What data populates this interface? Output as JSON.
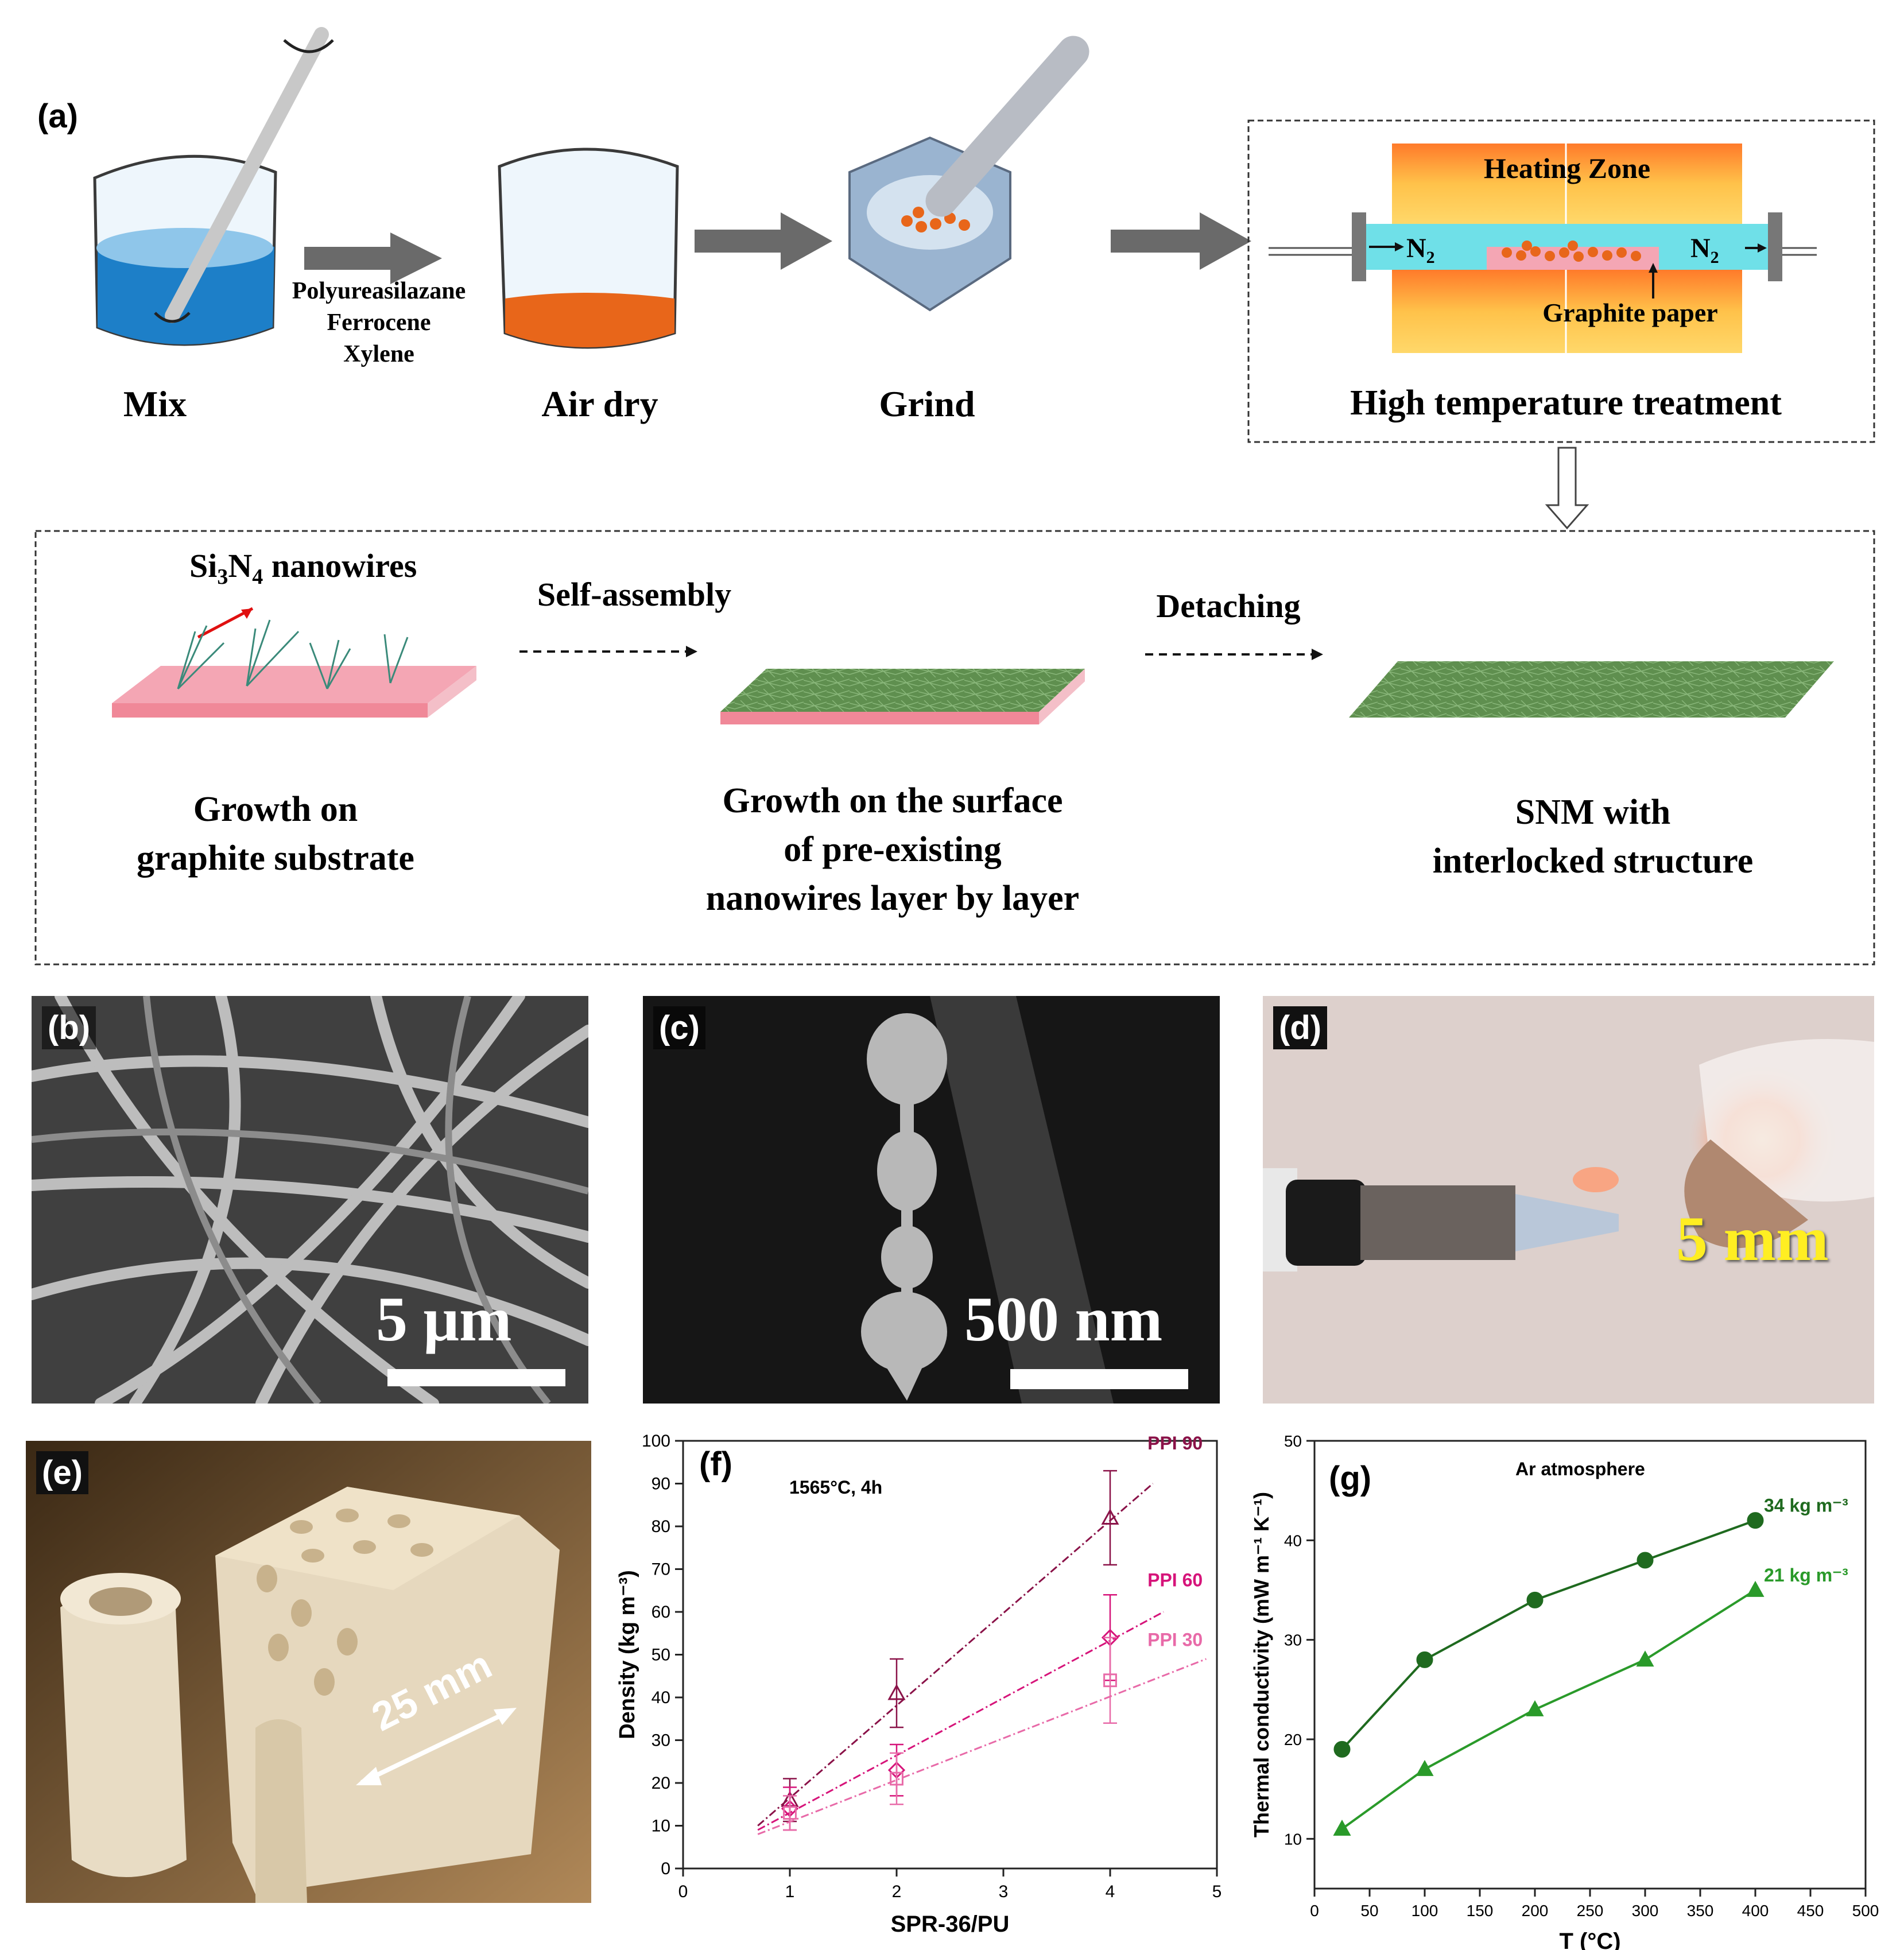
{
  "panel_a": {
    "label": "(a)",
    "reagents": [
      "Polyureasilazane",
      "Ferrocene",
      "Xylene"
    ],
    "steps": [
      "Mix",
      "Air dry",
      "Grind",
      "High temperature treatment"
    ],
    "heating_zone": "Heating Zone",
    "gas_left": "N",
    "gas_right": "N",
    "gas_sub": "2",
    "graphite_paper": "Graphite paper",
    "nanowire_label_pre": "Si",
    "nanowire_sub1": "3",
    "nanowire_label_mid": "N",
    "nanowire_sub2": "4",
    "nanowire_label_post": " nanowires",
    "self_assembly": "Self-assembly",
    "detaching": "Detaching",
    "stage1": [
      "Growth on",
      "graphite substrate"
    ],
    "stage2": [
      "Growth on the surface",
      "of pre-existing",
      "nanowires layer by layer"
    ],
    "stage3": [
      "SNM with",
      "interlocked structure"
    ]
  },
  "panel_b": {
    "label": "(b)",
    "scale": "5 μm"
  },
  "panel_c": {
    "label": "(c)",
    "scale": "500 nm"
  },
  "panel_d": {
    "label": "(d)",
    "scale": "5 mm"
  },
  "panel_e": {
    "label": "(e)",
    "scale": "25 mm"
  },
  "colors": {
    "pink": "#d6147a",
    "darkred": "#8a1248",
    "lightpink": "#e86aa8",
    "green_dark": "#1f6a1f",
    "green": "#2a9a2a",
    "orange": "#e8661a"
  },
  "chart_data": [
    {
      "panel": "(f)",
      "type": "scatter",
      "annotation": "1565°C, 4h",
      "xlabel": "SPR-36/PU",
      "ylabel": "Density (kg m⁻³)",
      "xlim": [
        0,
        5
      ],
      "ylim": [
        0,
        100
      ],
      "xticks": [
        "0",
        "1",
        "2",
        "3",
        "4",
        "5"
      ],
      "yticks": [
        "0",
        "10",
        "20",
        "30",
        "40",
        "50",
        "60",
        "70",
        "80",
        "90",
        "100"
      ],
      "series": [
        {
          "name": "PPI 90",
          "marker": "triangle",
          "x": [
            1,
            2,
            4
          ],
          "y": [
            16,
            41,
            82
          ],
          "err": [
            5,
            8,
            11
          ],
          "fit": [
            [
              0.7,
              10
            ],
            [
              4.4,
              90
            ]
          ]
        },
        {
          "name": "PPI 60",
          "marker": "diamond",
          "x": [
            1,
            2,
            4
          ],
          "y": [
            14,
            23,
            54
          ],
          "err": [
            5,
            6,
            10
          ],
          "fit": [
            [
              0.7,
              9
            ],
            [
              4.5,
              60
            ]
          ]
        },
        {
          "name": "PPI 30",
          "marker": "square",
          "x": [
            1,
            2,
            4
          ],
          "y": [
            13,
            21,
            44
          ],
          "err": [
            4,
            6,
            10
          ],
          "fit": [
            [
              0.7,
              8
            ],
            [
              4.9,
              49
            ]
          ]
        }
      ]
    },
    {
      "panel": "(g)",
      "type": "line",
      "annotation": "Ar atmosphere",
      "xlabel": "T (°C)",
      "ylabel": "Thermal conductivity (mW m⁻¹ K⁻¹)",
      "xlim": [
        0,
        500
      ],
      "ylim": [
        5,
        50
      ],
      "xticks": [
        "0",
        "50",
        "100",
        "150",
        "200",
        "250",
        "300",
        "350",
        "400",
        "450",
        "500"
      ],
      "yticks": [
        "10",
        "20",
        "30",
        "40",
        "50"
      ],
      "series": [
        {
          "name": "34 kg m⁻³",
          "marker": "circle",
          "x": [
            25,
            100,
            200,
            300,
            400
          ],
          "y": [
            19,
            28,
            34,
            38,
            42
          ]
        },
        {
          "name": "21 kg m⁻³",
          "marker": "triangle",
          "x": [
            25,
            100,
            200,
            300,
            400
          ],
          "y": [
            11,
            17,
            23,
            28,
            35
          ]
        }
      ]
    }
  ]
}
